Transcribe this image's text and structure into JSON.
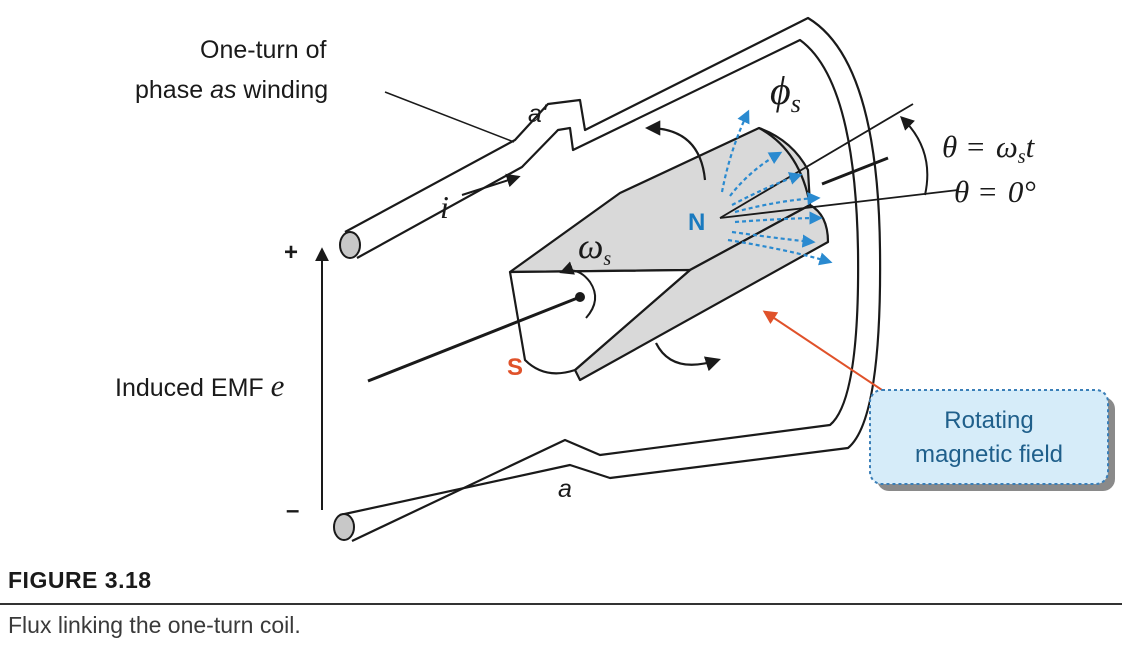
{
  "diagram": {
    "winding_label_line1": "One-turn of",
    "winding_label_prefix": "phase ",
    "winding_label_italic": "as",
    "winding_label_suffix": " winding",
    "terminal_a_prime": "a'",
    "terminal_a": "a",
    "current_symbol": "i",
    "flux_symbol": "ϕ",
    "flux_subscript": "s",
    "omega_symbol": "ω",
    "omega_subscript": "s",
    "theta_eq_lhs": "θ =",
    "theta_eq_omega": "ω",
    "theta_eq_sub": "s",
    "theta_eq_t": "t",
    "theta_zero_lhs": "θ =",
    "theta_zero_rhs": "0°",
    "north_pole": "N",
    "south_pole": "S",
    "emf_label": "Induced EMF ",
    "emf_symbol": "e",
    "plus_sign": "+",
    "minus_sign": "–",
    "callout_line1": "Rotating",
    "callout_line2": "magnetic field"
  },
  "figure": {
    "number": "FIGURE 3.18",
    "caption": "Flux linking the one-turn coil."
  },
  "colors": {
    "north": "#1a7abf",
    "south": "#e0522a",
    "flux_arrows": "#2a8ad0",
    "rotor_face": "#d9d9d9",
    "callout_fill": "#d6ecf9",
    "callout_border": "#3a7fb8",
    "leader_line": "#e0522a"
  }
}
